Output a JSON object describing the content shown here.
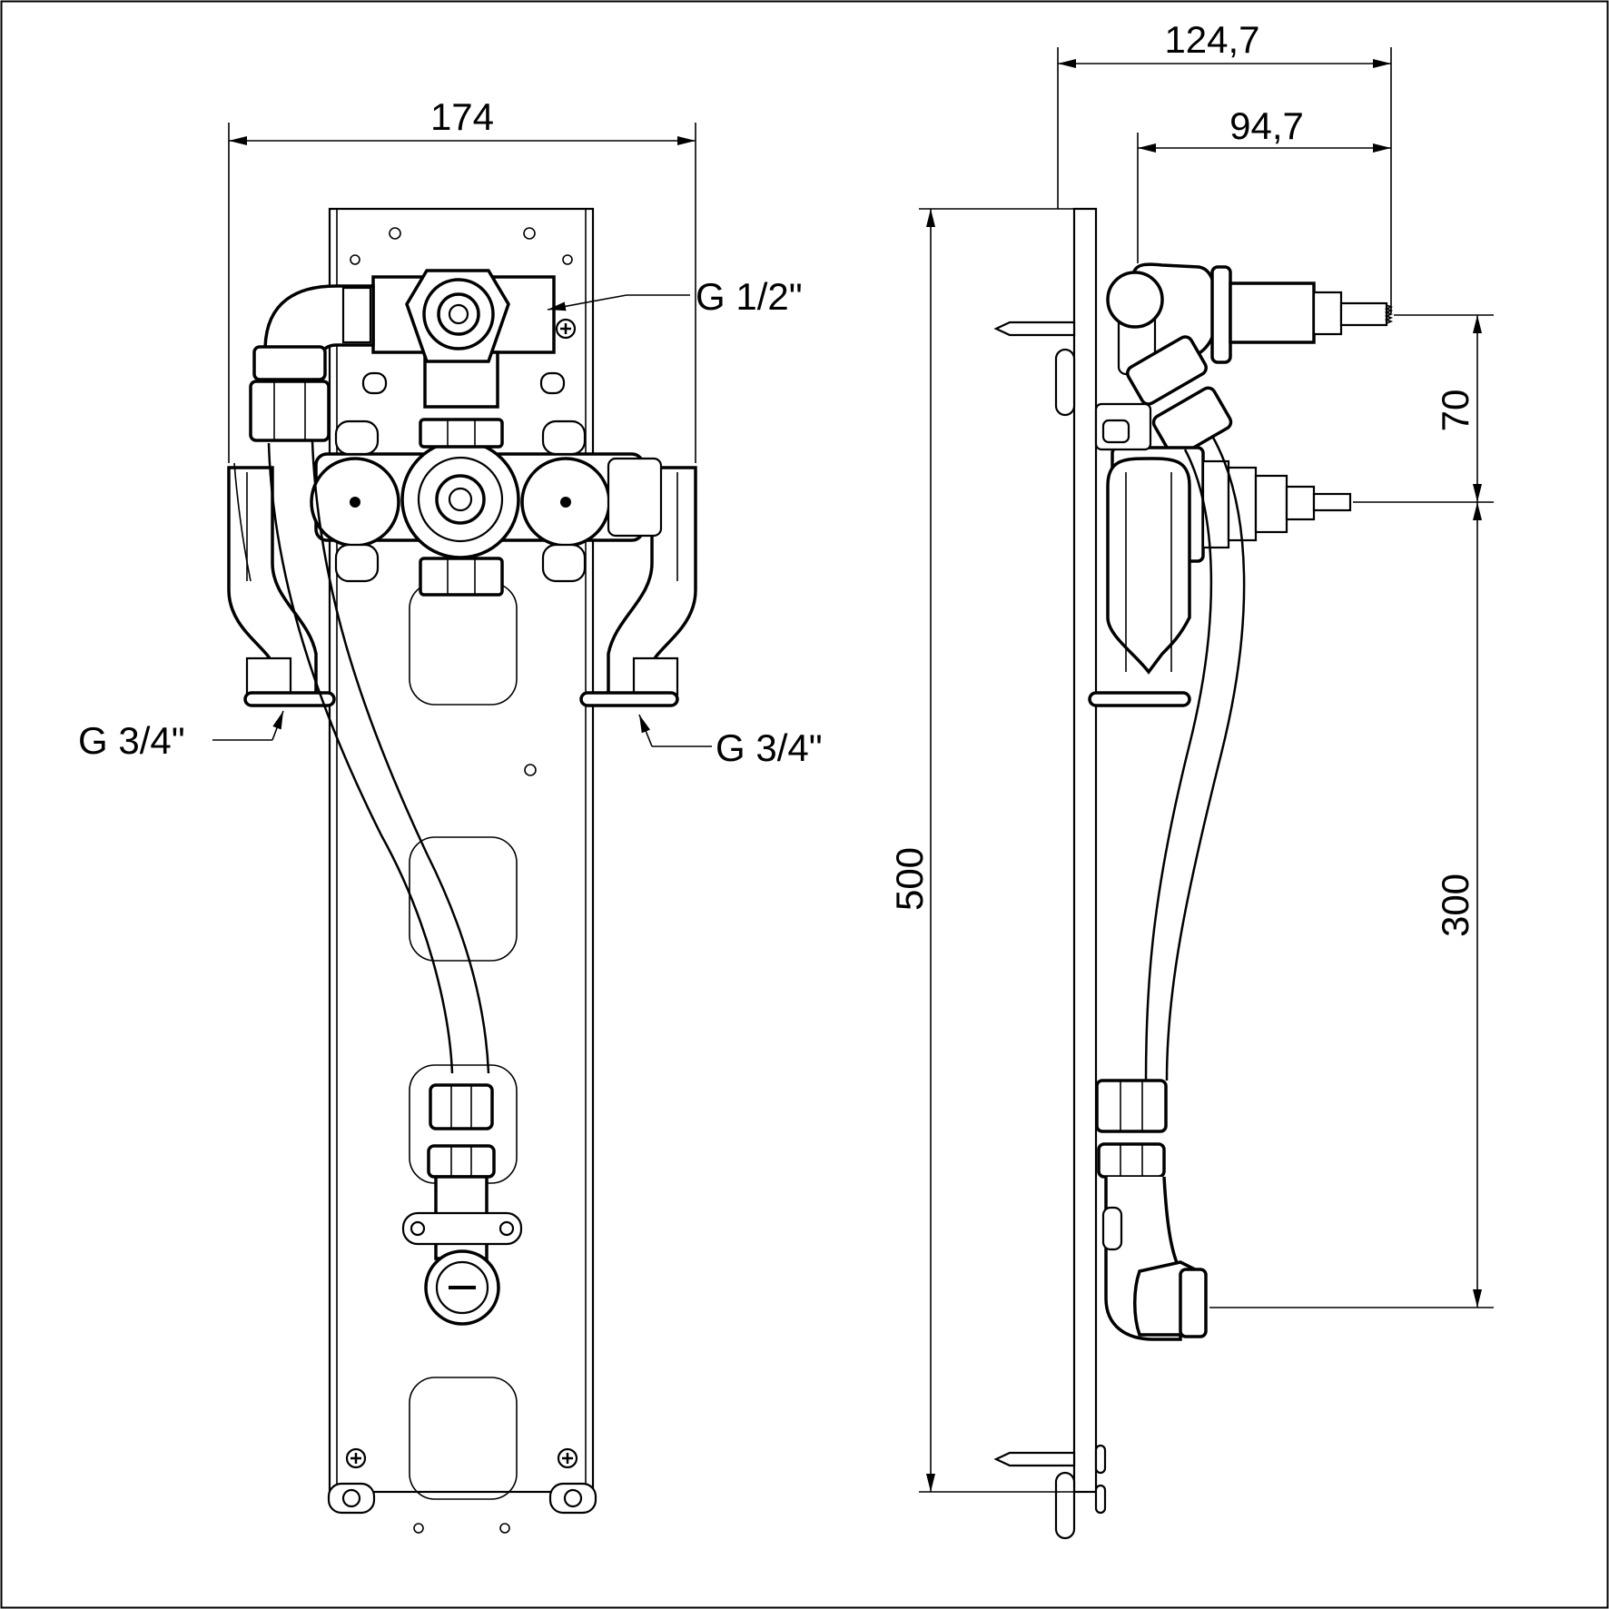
{
  "front_view": {
    "dim_width": "174",
    "label_top_connection": "G 1/2\"",
    "label_left_connection": "G 3/4\"",
    "label_right_connection": "G 3/4\""
  },
  "side_view": {
    "dim_depth_total": "124,7",
    "dim_depth_partial": "94,7",
    "dim_height": "500",
    "dim_spacing_upper": "70",
    "dim_spacing_lower": "300"
  }
}
